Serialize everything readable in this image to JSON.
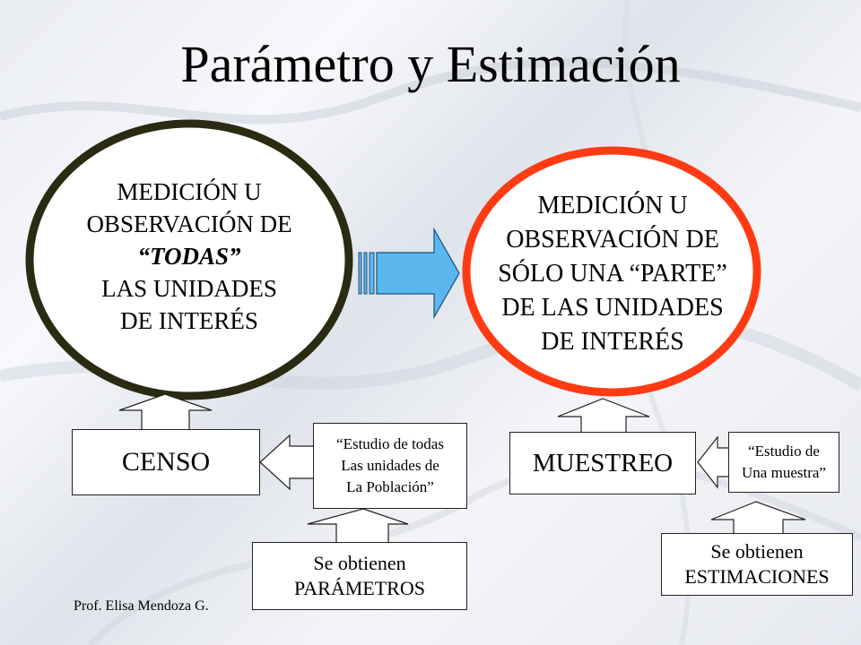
{
  "title": "Parámetro y Estimación",
  "left_ellipse": {
    "lines": [
      "MEDICIÓN U",
      "OBSERVACIÓN DE",
      "“TODAS”",
      "LAS UNIDADES",
      "DE INTERÉS"
    ],
    "border_color": "#2b2a12"
  },
  "right_ellipse": {
    "lines": [
      "MEDICIÓN U",
      "OBSERVACIÓN DE",
      "SÓLO UNA “PARTE”",
      "DE LAS UNIDADES",
      "DE INTERÉS"
    ],
    "border_color": "#ff3b14"
  },
  "arrow_color": "#5ab8ee",
  "censo": {
    "label": "CENSO"
  },
  "censo_note": {
    "lines": [
      "“Estudio de todas",
      "Las unidades de",
      "La Población”"
    ]
  },
  "parametros": {
    "lines": [
      "Se obtienen",
      "PARÁMETROS"
    ]
  },
  "muestreo": {
    "label": "MUESTREO"
  },
  "muestreo_note": {
    "lines": [
      "“Estudio de",
      "Una muestra”"
    ]
  },
  "estimaciones": {
    "lines": [
      "Se obtienen",
      "ESTIMACIONES"
    ]
  },
  "footer": "Prof. Elisa Mendoza G."
}
